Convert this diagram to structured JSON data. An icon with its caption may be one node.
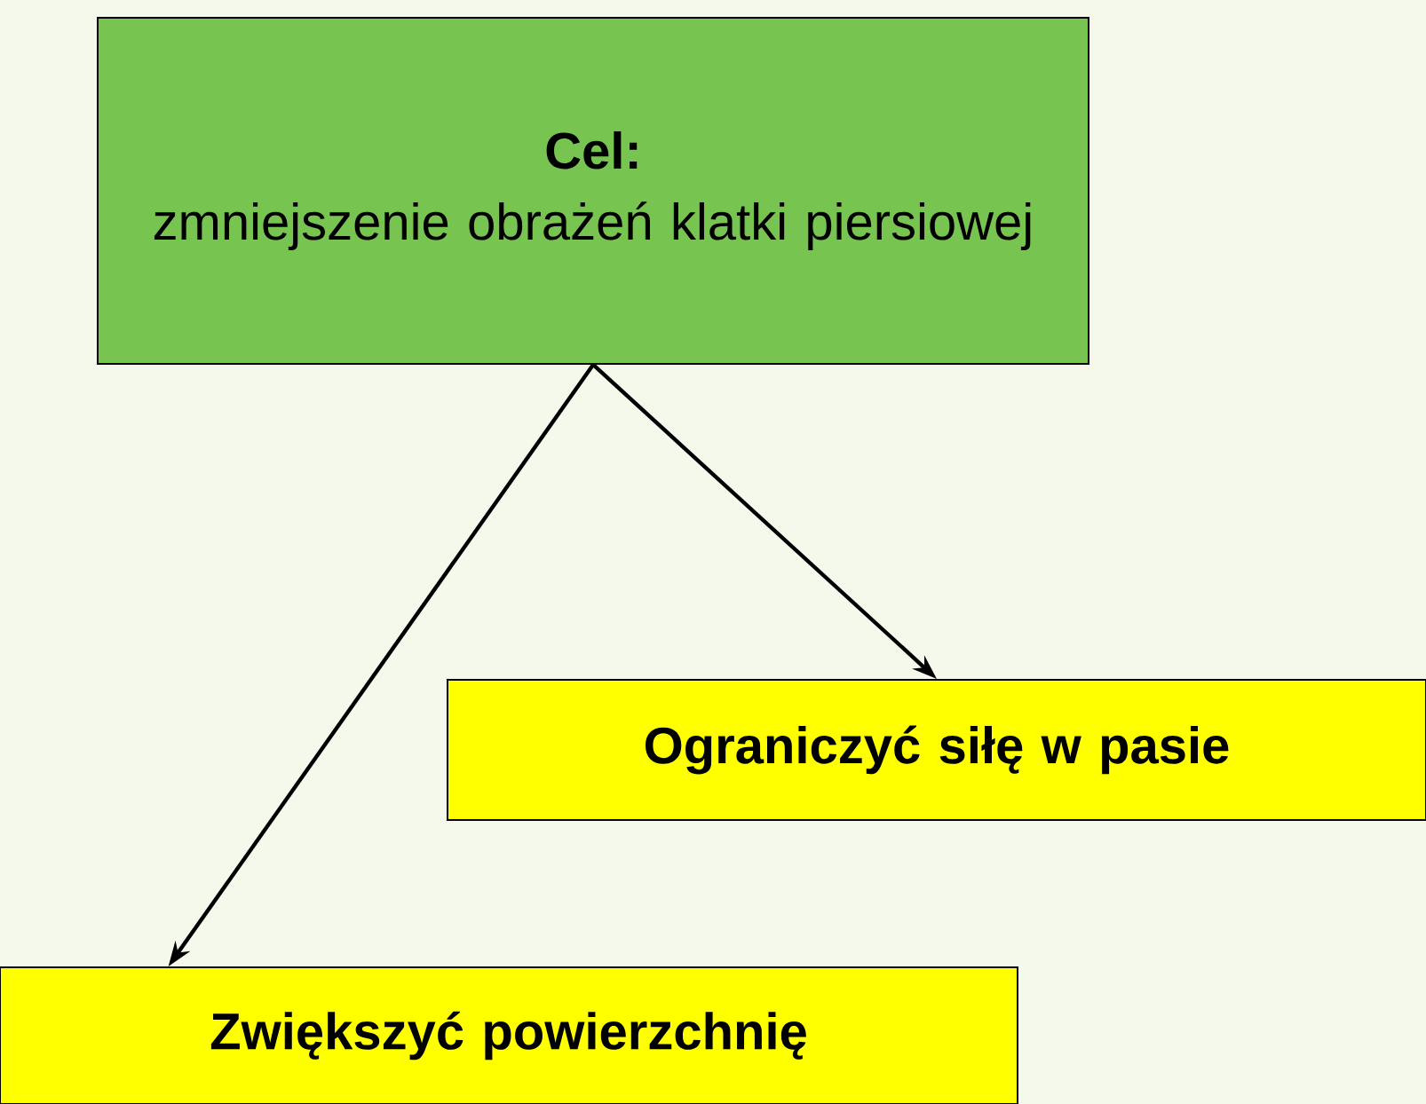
{
  "diagram": {
    "nodes": [
      {
        "text": [
          "Cel:",
          "zmniejszenie obrażeń klatki piersiowej"
        ]
      },
      {
        "text": [
          "Ograniczyć siłę w pasie"
        ]
      },
      {
        "text": [
          "Zwiększyć powierzchnię"
        ]
      }
    ],
    "edges": [
      {
        "from": 0,
        "to": 1,
        "arrow": "to"
      },
      {
        "from": 0,
        "to": 2,
        "arrow": "to"
      }
    ]
  }
}
